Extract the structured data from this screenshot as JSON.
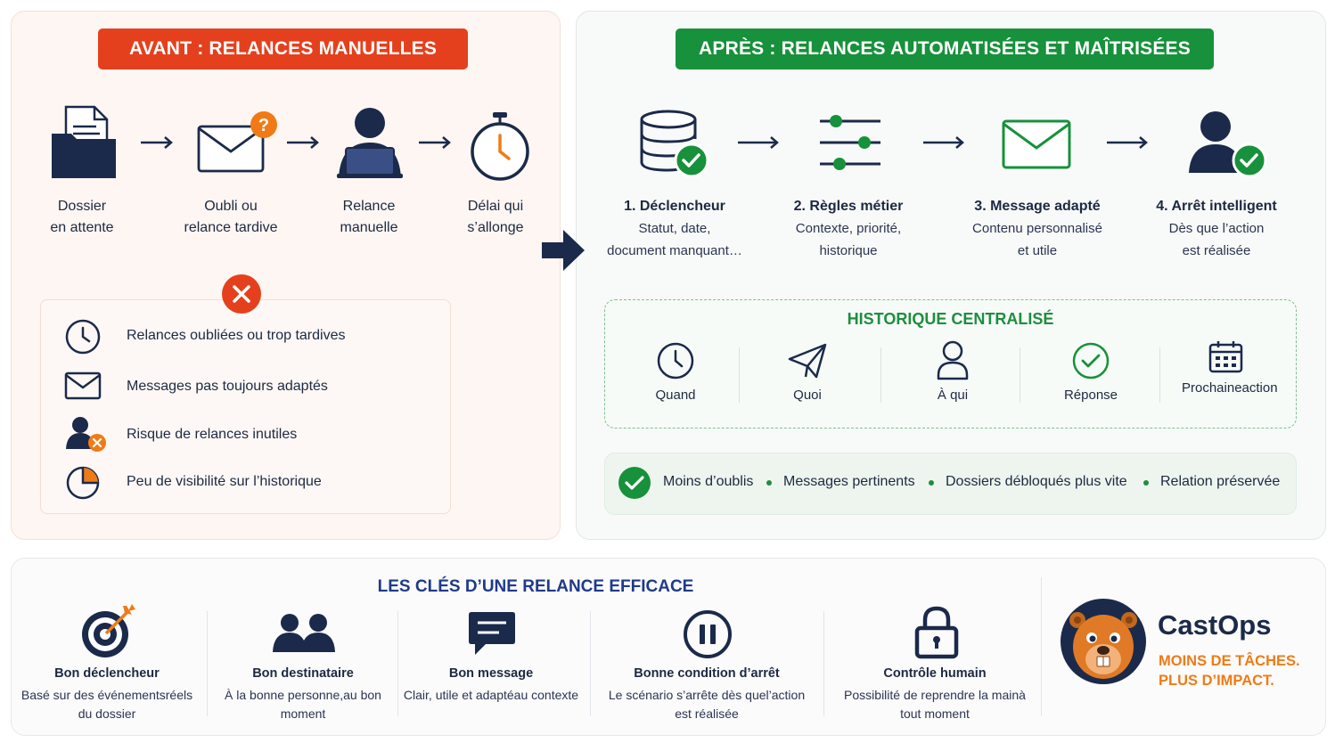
{
  "before": {
    "title": "AVANT : RELANCES MANUELLES",
    "steps": [
      {
        "line1": "Dossier",
        "line2": "en attente",
        "icon": "folder-document-icon"
      },
      {
        "line1": "Oubli ou",
        "line2": "relance tardive",
        "icon": "envelope-question-icon"
      },
      {
        "line1": "Relance",
        "line2": "manuelle",
        "icon": "person-laptop-icon"
      },
      {
        "line1": "Délai qui",
        "line2": "s’allonge",
        "icon": "stopwatch-icon"
      }
    ],
    "issues": [
      {
        "text": "Relances oubliées ou trop tardives",
        "icon": "clock-icon"
      },
      {
        "text": "Messages pas toujours adaptés",
        "icon": "envelope-icon"
      },
      {
        "text": "Risque de relances inutiles",
        "icon": "user-x-icon"
      },
      {
        "text": "Peu de visibilité sur l’historique",
        "icon": "pie-chart-icon"
      }
    ]
  },
  "after": {
    "title": "APRÈS : RELANCES AUTOMATISÉES ET MAÎTRISÉES",
    "steps": [
      {
        "title": "1. Déclencheur",
        "line1": "Statut, date,",
        "line2": "document manquant…",
        "icon": "database-check-icon"
      },
      {
        "title": "2. Règles métier",
        "line1": "Contexte, priorité,",
        "line2": "historique",
        "icon": "sliders-icon"
      },
      {
        "title": "3. Message adapté",
        "line1": "Contenu personnalisé",
        "line2": "et utile",
        "icon": "envelope-icon"
      },
      {
        "title": "4. Arrêt intelligent",
        "line1": "Dès que l’action",
        "line2": "est réalisée",
        "icon": "user-check-icon"
      }
    ],
    "history": {
      "title": "HISTORIQUE CENTRALISÉ",
      "items": [
        {
          "line1": "Quand",
          "line2": "",
          "icon": "clock-icon"
        },
        {
          "line1": "Quoi",
          "line2": "",
          "icon": "paper-plane-icon"
        },
        {
          "line1": "À qui",
          "line2": "",
          "icon": "user-icon"
        },
        {
          "line1": "Réponse",
          "line2": "",
          "icon": "check-circle-icon"
        },
        {
          "line1": "Prochaine",
          "line2": "action",
          "icon": "calendar-icon"
        }
      ]
    },
    "benefits": [
      "Moins d’oublis",
      "Messages pertinents",
      "Dossiers débloqués plus vite",
      "Relation préservée"
    ]
  },
  "keys": {
    "title": "LES CLÉS D’UNE RELANCE EFFICACE",
    "items": [
      {
        "title": "Bon déclencheur",
        "line1": "Basé sur des événements",
        "line2": "réels du dossier",
        "icon": "target-icon"
      },
      {
        "title": "Bon destinataire",
        "line1": "À la bonne personne,",
        "line2": "au bon moment",
        "icon": "users-icon"
      },
      {
        "title": "Bon message",
        "line1": "Clair, utile et adapté",
        "line2": "au contexte",
        "icon": "message-icon"
      },
      {
        "title": "Bonne condition d’arrêt",
        "line1": "Le scénario s’arrête dès que",
        "line2": "l’action est réalisée",
        "icon": "pause-icon"
      },
      {
        "title": "Contrôle humain",
        "line1": "Possibilité de reprendre la main",
        "line2": "à tout moment",
        "icon": "lock-icon"
      }
    ]
  },
  "brand": {
    "name": "CastOps",
    "tagline1": "MOINS DE TÂCHES.",
    "tagline2": "PLUS D’IMPACT.",
    "logo_icon": "beaver-logo-icon"
  },
  "colors": {
    "red": "#e5401d",
    "green": "#17913b",
    "navy": "#1b2a4a",
    "orange": "#f07b16",
    "blue": "#1f3a8a"
  }
}
